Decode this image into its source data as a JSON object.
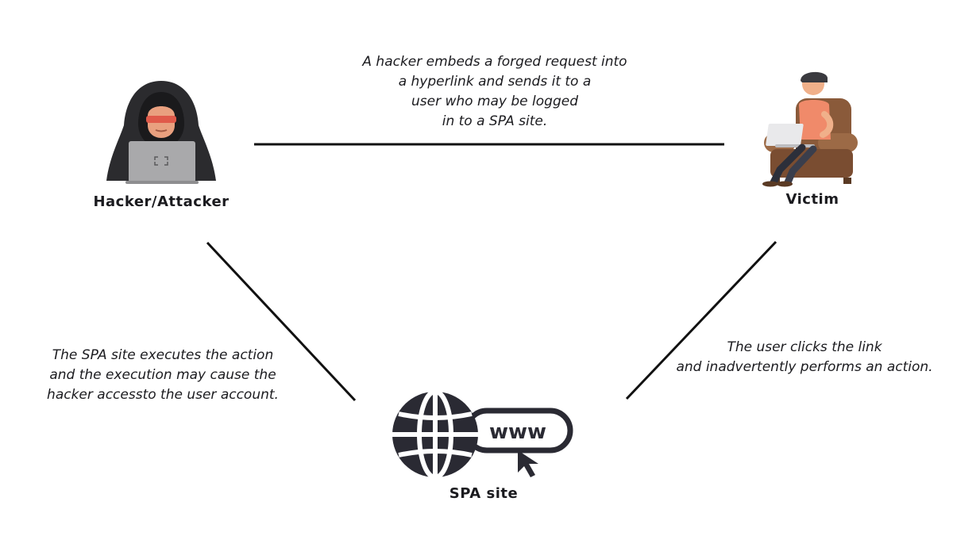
{
  "nodes": {
    "hacker": {
      "label": "Hacker/Attacker"
    },
    "victim": {
      "label": "Victim"
    },
    "spa": {
      "label": "SPA site",
      "url_badge": "www"
    }
  },
  "edges": {
    "hacker_to_victim": "A hacker embeds a forged request into\na hyperlink and sends it to a\nuser who may be logged\nin to a SPA site.",
    "victim_to_spa": "The user clicks the link\nand inadvertently performs an action.",
    "spa_to_hacker": "The SPA site executes the action\nand the execution may cause the\nhacker accessto the user account."
  },
  "colors": {
    "line": "#111111",
    "icon_dark": "#2a2a33",
    "hoodie": "#2b2b2e",
    "laptop": "#a9a9ab",
    "skin": "#f0b08a",
    "shirt": "#f08a6a",
    "chair": "#8a5a3a",
    "pants": "#2c2f3a"
  }
}
